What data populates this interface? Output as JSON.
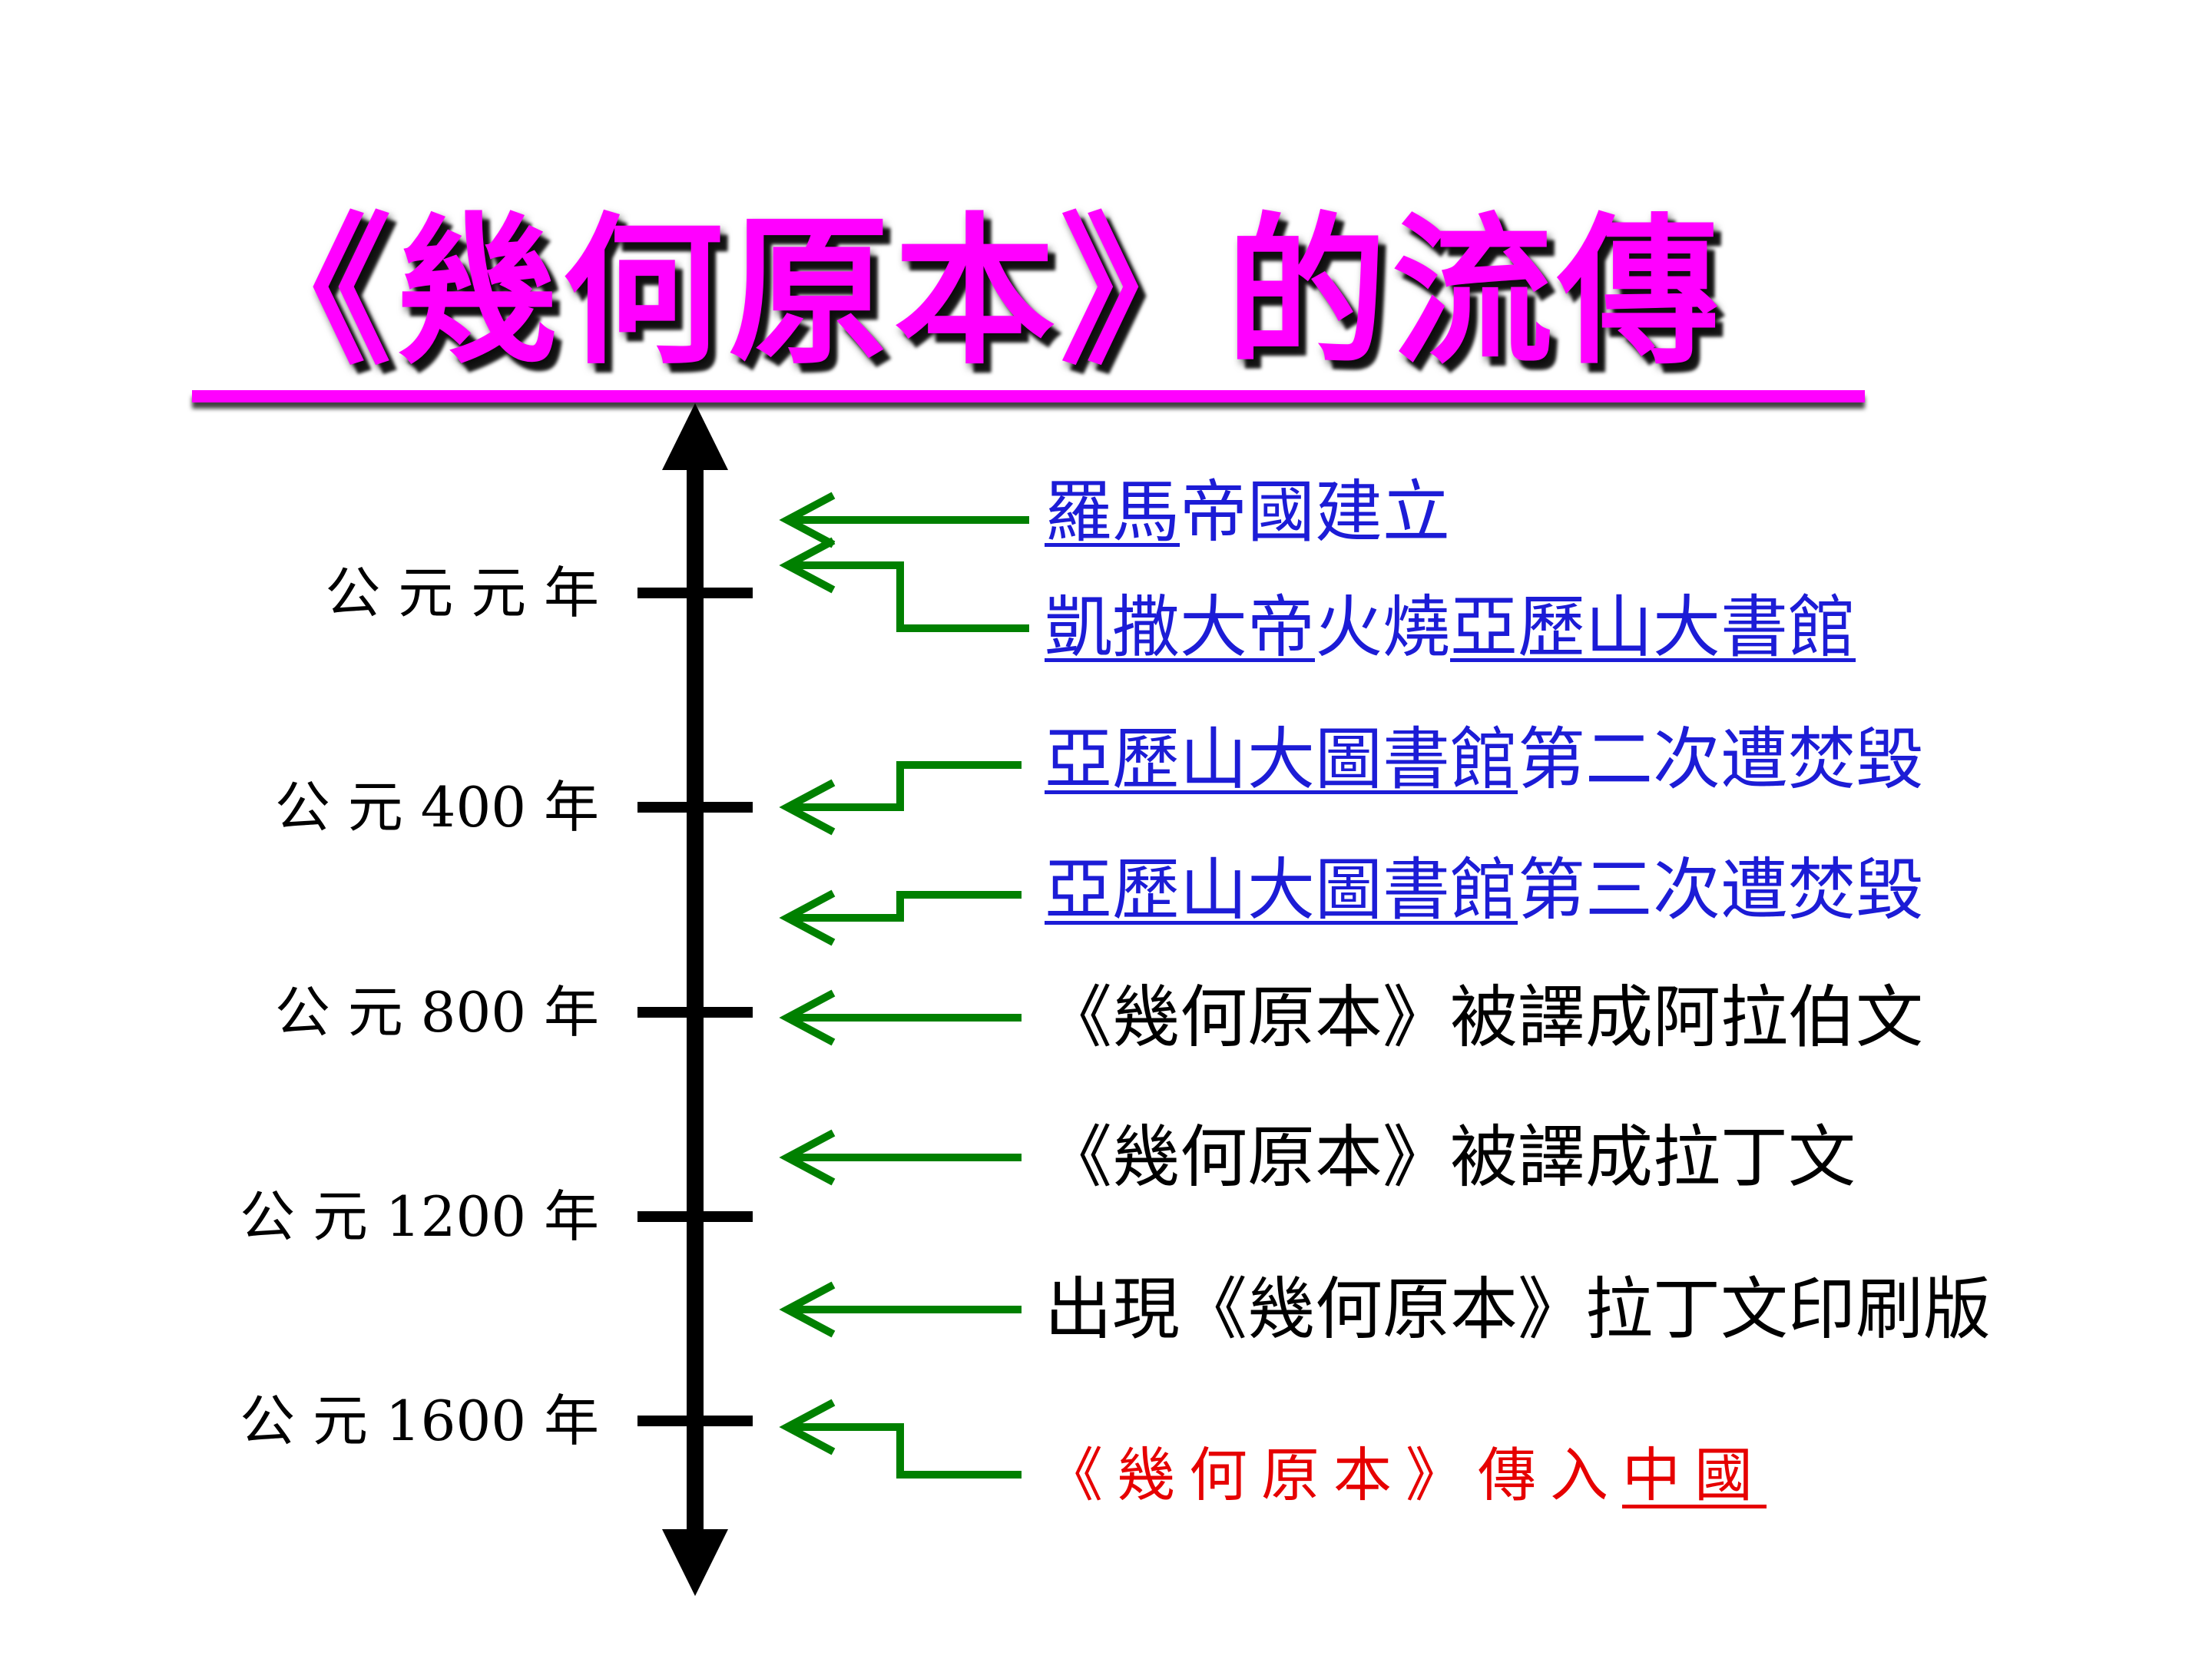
{
  "title": "《幾何原本》的流傳",
  "colors": {
    "title": "#ff00ff",
    "axis": "#000000",
    "arrow": "#008000",
    "link_text": "#1c1cd6",
    "plain_text": "#000000",
    "red_text": "#e60000"
  },
  "years": [
    {
      "label": "公 元 元 年"
    },
    {
      "label": "公 元 400 年"
    },
    {
      "label": "公 元 800 年"
    },
    {
      "label": "公 元 1200 年"
    },
    {
      "label": "公 元 1600 年"
    }
  ],
  "events": [
    {
      "linked": "羅馬",
      "rest": "帝國建立"
    },
    {
      "linked": "凱撒大帝",
      "mid": "火燒",
      "linked2": "亞歷山大書館"
    },
    {
      "linked": "亞歷山大圖書館",
      "rest": "第二次遭焚毀"
    },
    {
      "linked": "亞歷山大圖書館",
      "rest": "第三次遭焚毀"
    },
    {
      "text": "《幾何原本》被譯成阿拉伯文"
    },
    {
      "text": "《幾何原本》被譯成拉丁文"
    },
    {
      "text": "出現《幾何原本》拉丁文印刷版"
    },
    {
      "text": "《幾何原本》傳入",
      "linked": "中國"
    }
  ]
}
